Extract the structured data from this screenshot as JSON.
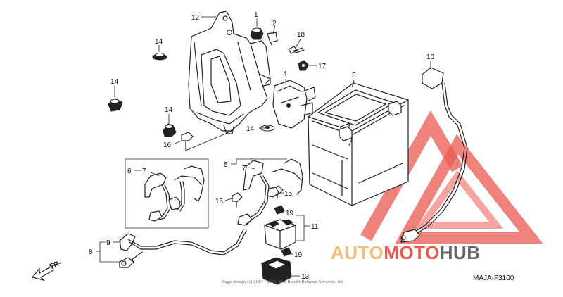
{
  "diagram": {
    "callouts": [
      "1",
      "2",
      "3",
      "4",
      "5",
      "6",
      "7",
      "7",
      "8",
      "9",
      "10",
      "11",
      "12",
      "13",
      "14",
      "14",
      "14",
      "14",
      "15",
      "15",
      "16",
      "17",
      "18",
      "19",
      "19"
    ],
    "front_label": "FR-",
    "diagram_code": "MAJA-F3100",
    "footer_text": "Page design (c) 2004 - 2021 Bike Bandit Network Services, Inc."
  },
  "watermark": {
    "part1": "AUTO",
    "part2": "MOTO",
    "part3": "HUB",
    "color_primary": "#E8483E",
    "color_secondary": "#F2B866",
    "color_dark": "#55565A"
  }
}
